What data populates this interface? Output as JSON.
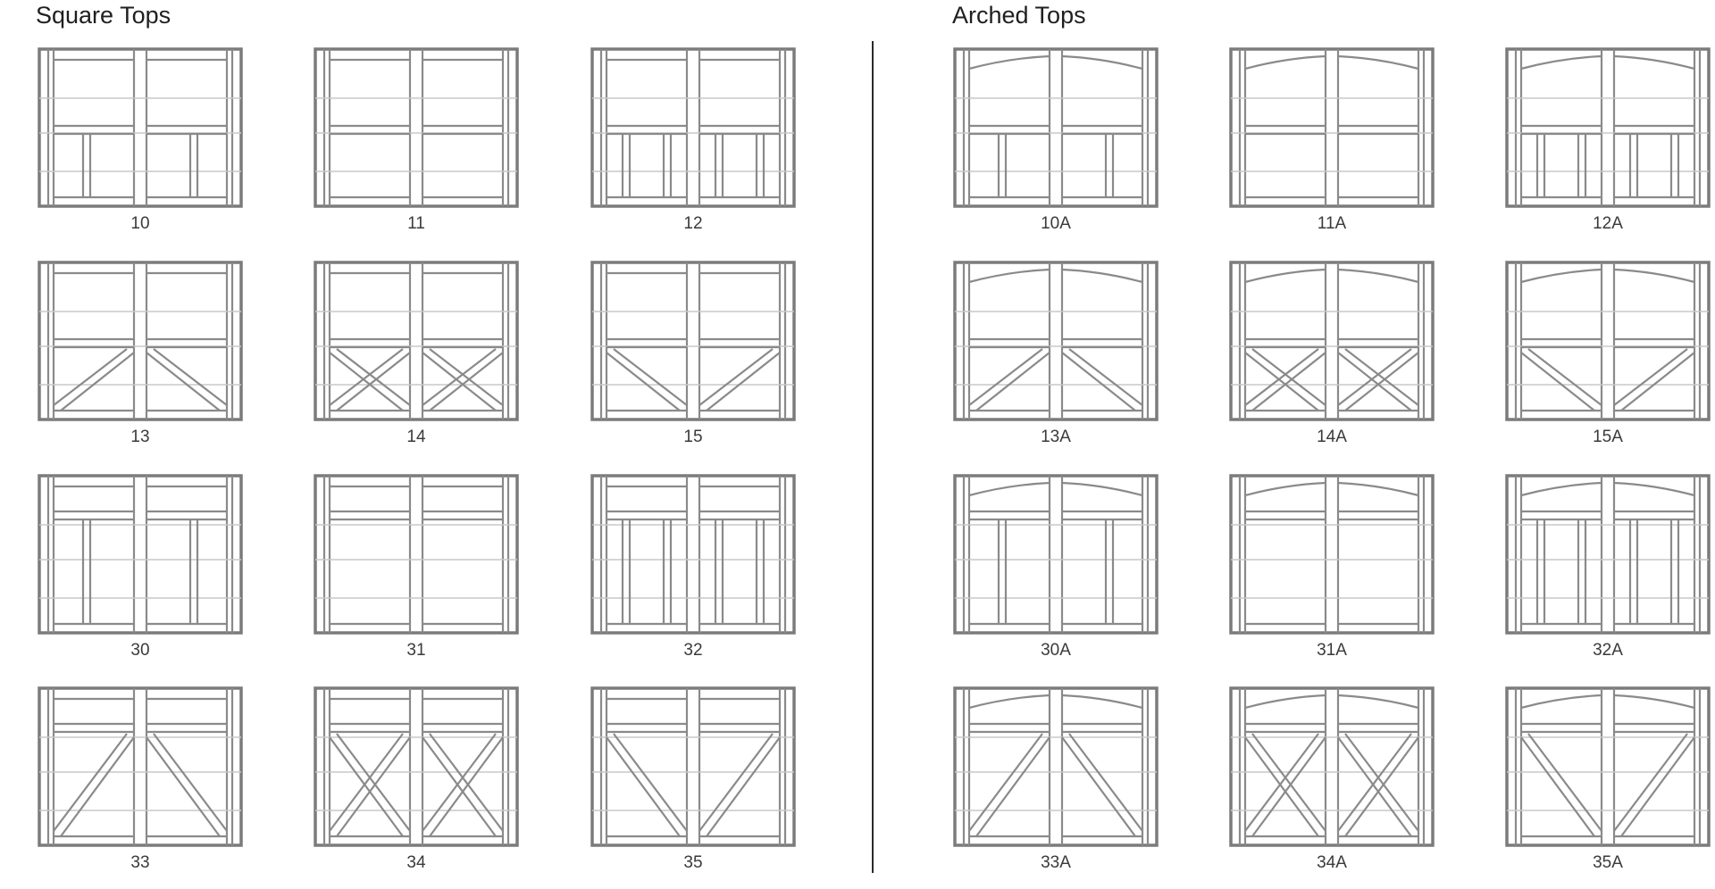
{
  "sections": [
    {
      "title": "Square Tops",
      "doors": [
        {
          "label": "10",
          "top": "square",
          "lower": "split"
        },
        {
          "label": "11",
          "top": "square",
          "lower": "plain"
        },
        {
          "label": "12",
          "top": "square",
          "lower": "double-split"
        },
        {
          "label": "13",
          "top": "square",
          "lower": "diag-in"
        },
        {
          "label": "14",
          "top": "square",
          "lower": "x"
        },
        {
          "label": "15",
          "top": "square",
          "lower": "diag-out"
        },
        {
          "label": "30",
          "top": "square-tall",
          "lower": "split"
        },
        {
          "label": "31",
          "top": "square-tall",
          "lower": "plain"
        },
        {
          "label": "32",
          "top": "square-tall",
          "lower": "double-split"
        },
        {
          "label": "33",
          "top": "square-tall",
          "lower": "diag-in"
        },
        {
          "label": "34",
          "top": "square-tall",
          "lower": "x"
        },
        {
          "label": "35",
          "top": "square-tall",
          "lower": "diag-out"
        }
      ]
    },
    {
      "title": "Arched Tops",
      "doors": [
        {
          "label": "10A",
          "top": "arched",
          "lower": "split"
        },
        {
          "label": "11A",
          "top": "arched",
          "lower": "plain"
        },
        {
          "label": "12A",
          "top": "arched",
          "lower": "double-split"
        },
        {
          "label": "13A",
          "top": "arched",
          "lower": "diag-in"
        },
        {
          "label": "14A",
          "top": "arched",
          "lower": "x"
        },
        {
          "label": "15A",
          "top": "arched",
          "lower": "diag-out"
        },
        {
          "label": "30A",
          "top": "arched-tall",
          "lower": "split"
        },
        {
          "label": "31A",
          "top": "arched-tall",
          "lower": "plain"
        },
        {
          "label": "32A",
          "top": "arched-tall",
          "lower": "double-split"
        },
        {
          "label": "33A",
          "top": "arched-tall",
          "lower": "diag-in"
        },
        {
          "label": "34A",
          "top": "arched-tall",
          "lower": "x"
        },
        {
          "label": "35A",
          "top": "arched-tall",
          "lower": "diag-out"
        }
      ]
    }
  ],
  "colors": {
    "frame": "#7b7b7b",
    "panel": "#8a8a8a",
    "faint": "#c8c8c8",
    "divider": "#2a2a2a"
  }
}
